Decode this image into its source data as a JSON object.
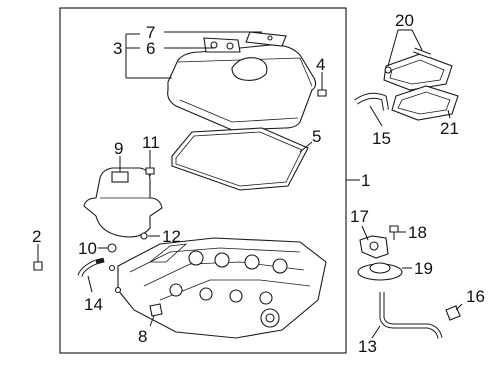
{
  "diagram": {
    "callouts": [
      "1",
      "2",
      "3",
      "4",
      "5",
      "6",
      "7",
      "8",
      "9",
      "10",
      "11",
      "12",
      "13",
      "14",
      "15",
      "16",
      "17",
      "18",
      "19",
      "20",
      "21"
    ]
  },
  "colors": {
    "ink": "#111111",
    "background": "#ffffff"
  }
}
